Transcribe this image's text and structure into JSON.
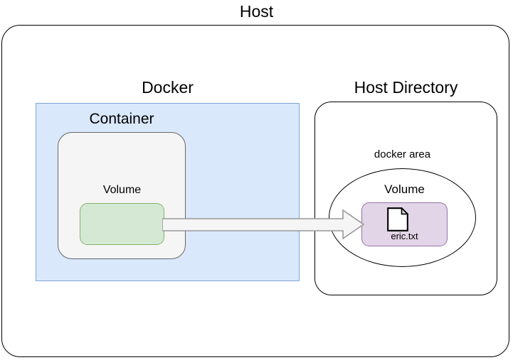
{
  "diagram": {
    "title": "Host",
    "host": {
      "label": "Host",
      "border_color": "#000000",
      "fill_color": "#ffffff"
    },
    "docker": {
      "label": "Docker",
      "fill_color": "#dae8fc",
      "border_color": "#7ea6d9"
    },
    "container": {
      "label": "Container",
      "fill_color": "#f5f5f5",
      "border_color": "#666666"
    },
    "container_volume": {
      "label": "Volume",
      "fill_color": "#d5e8d4",
      "border_color": "#82b366"
    },
    "host_directory": {
      "label": "Host Directory",
      "fill_color": "#ffffff",
      "border_color": "#000000"
    },
    "docker_area": {
      "label": "docker area",
      "border_color": "#000000"
    },
    "host_volume": {
      "label": "Volume",
      "fill_color": "#e1d5e7",
      "border_color": "#9673a6",
      "file_icon": "file-document-icon",
      "file_name": "eric.txt"
    },
    "arrow": {
      "name": "mount-arrow",
      "direction": "right",
      "fill_color": "#f5f5f5",
      "border_color": "#999999"
    }
  }
}
